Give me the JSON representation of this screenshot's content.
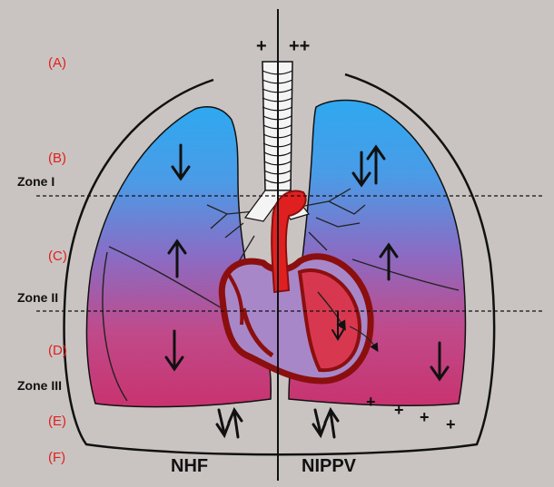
{
  "letters": {
    "a": "(A)",
    "b": "(B)",
    "c": "(C)",
    "d": "(D)",
    "e": "(E)",
    "f": "(F)"
  },
  "zones": {
    "zone1": "Zone I",
    "zone2": "Zone II",
    "zone3": "Zone III"
  },
  "top_marks": {
    "left": "+",
    "right": "++"
  },
  "bottom_labels": {
    "left": "NHF",
    "right": "NIPPV"
  },
  "diaphragm_marks": [
    "+",
    "+",
    "+",
    "+"
  ],
  "colors": {
    "background": "#c9c4c1",
    "letter_red": "#e02020",
    "lung_blue": "#2ea8f0",
    "lung_magenta": "#c83a78",
    "heart_red": "#b31212",
    "ink": "#111111"
  }
}
